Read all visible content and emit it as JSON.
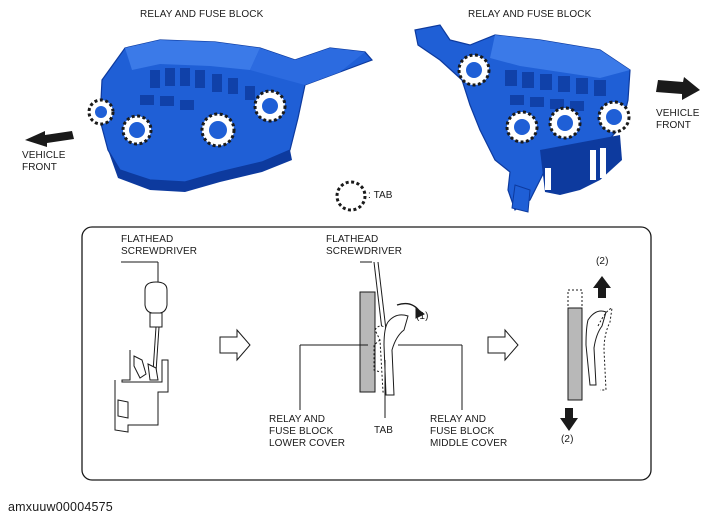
{
  "top_left": {
    "title": "RELAY AND FUSE BLOCK",
    "direction_label": "VEHICLE\nFRONT"
  },
  "top_right": {
    "title": "RELAY AND FUSE BLOCK",
    "direction_label": "VEHICLE\nFRONT"
  },
  "legend": {
    "tab_label": ": TAB"
  },
  "steps": {
    "step1": {
      "tool_label": "FLATHEAD\nSCREWDRIVER"
    },
    "step2": {
      "tool_label": "FLATHEAD\nSCREWDRIVER",
      "action_marker": "(1)",
      "lower_cover_label": "RELAY AND\nFUSE BLOCK\nLOWER COVER",
      "tab_label": "TAB",
      "middle_cover_label": "RELAY AND\nFUSE BLOCK\nMIDDLE COVER"
    },
    "step3": {
      "up_marker": "(2)",
      "down_marker": "(2)"
    }
  },
  "figure_code": "amxuuw00004575",
  "colors": {
    "block_blue": "#1f5fd6",
    "block_dark": "#0d3a9e",
    "cover_gray": "#b8b8b8",
    "line": "#1a1a1a"
  }
}
